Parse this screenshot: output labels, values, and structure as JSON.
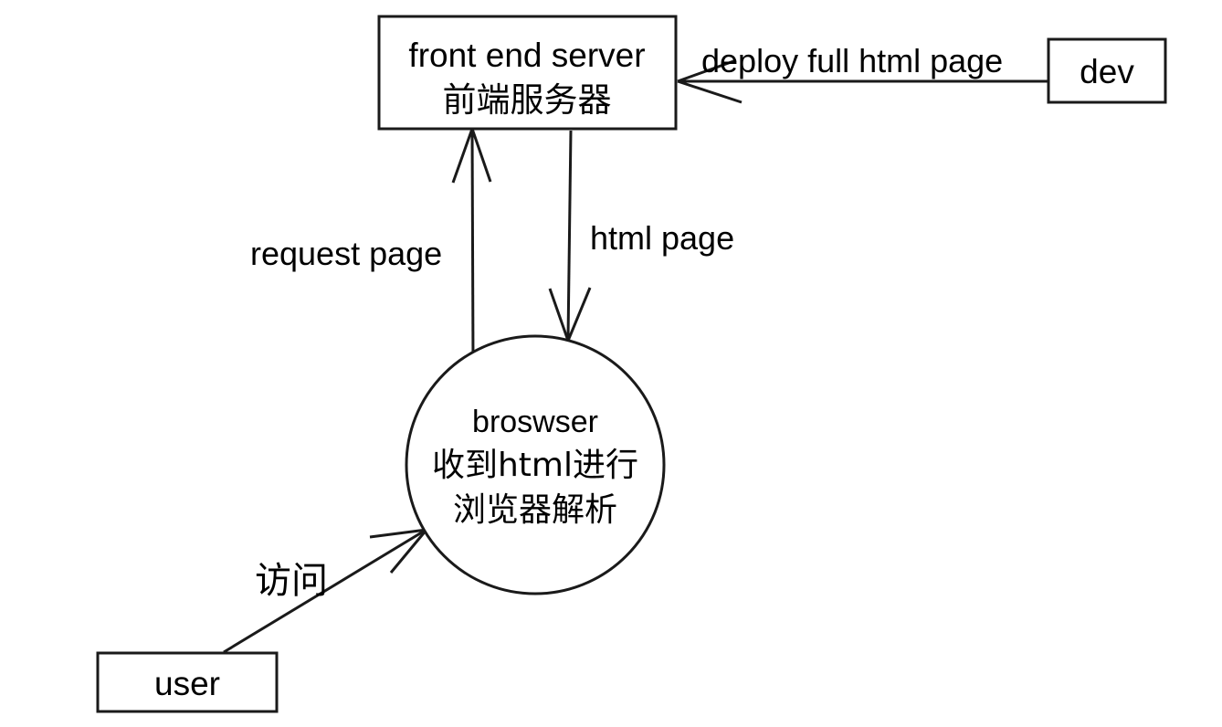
{
  "diagram": {
    "title": "front end page delivery flow",
    "background_color": "#ffffff",
    "stroke_color": "#1a1a1a",
    "nodes": {
      "server": {
        "shape": "rectangle",
        "line1": "front end server",
        "line2": "前端服务器"
      },
      "dev": {
        "shape": "rectangle",
        "line1": "dev"
      },
      "browser": {
        "shape": "circle",
        "line1": "broswser",
        "line2": "收到html进行",
        "line3": "浏览器解析"
      },
      "user": {
        "shape": "rectangle",
        "line1": "user"
      }
    },
    "edges": {
      "deploy": {
        "label": "deploy full html page",
        "from": "dev",
        "to": "server",
        "arrow": "open"
      },
      "request": {
        "label": "request page",
        "from": "browser",
        "to": "server",
        "arrow": "open"
      },
      "html": {
        "label": "html page",
        "from": "server",
        "to": "browser",
        "arrow": "open"
      },
      "visit": {
        "label": "访问",
        "from": "user",
        "to": "browser",
        "arrow": "open"
      }
    }
  }
}
